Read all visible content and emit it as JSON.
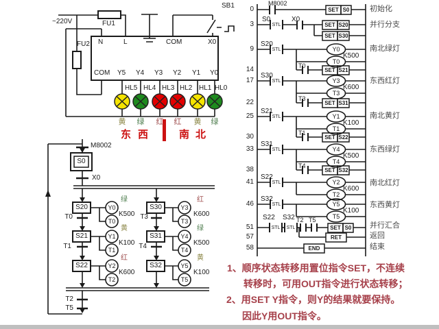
{
  "colors": {
    "lamp_yellow": "#f5e400",
    "lamp_green": "#1e8a1e",
    "lamp_red": "#e40000",
    "accent_red": "#cc1111",
    "note_red": "#a6404a",
    "comment_gray": "#4a4a4a"
  },
  "wiring": {
    "voltage": "~220V",
    "fuse1": "FU1",
    "fuse2": "FU2",
    "button": "SB1",
    "top_terminals": [
      "N",
      "L",
      "COM",
      "X0"
    ],
    "bottom_terminals": [
      "COM",
      "Y5",
      "Y4",
      "Y3",
      "Y2",
      "Y1",
      "Y0"
    ],
    "lamps": [
      {
        "name": "HL5",
        "color": "#f5e400",
        "char": "黄"
      },
      {
        "name": "HL4",
        "color": "#1e8a1e",
        "char": "绿"
      },
      {
        "name": "HL3",
        "color": "#e40000",
        "char": "红"
      },
      {
        "name": "HL2",
        "color": "#e40000",
        "char": "红"
      },
      {
        "name": "HL1",
        "color": "#f5e400",
        "char": "黄"
      },
      {
        "name": "HL0",
        "color": "#1e8a1e",
        "char": "绿"
      }
    ],
    "dir_east": "东",
    "dir_west": "西",
    "dir_south": "南",
    "dir_north": "北"
  },
  "sfc": {
    "init_contact": "M8002",
    "init_step": "S0",
    "start_contact": "X0",
    "left": [
      {
        "step": "S20",
        "out": "Y0",
        "timer": "T0",
        "k": "K500",
        "color": "绿",
        "trans": "T0"
      },
      {
        "step": "S21",
        "out": "Y1",
        "timer": "T1",
        "k": "K100",
        "color": "黄",
        "trans": "T1"
      },
      {
        "step": "S22",
        "out": "Y2",
        "timer": "T2",
        "k": "K600",
        "color": "红"
      }
    ],
    "right": [
      {
        "step": "S30",
        "out": "Y3",
        "timer": "T3",
        "k": "K600",
        "color": "红",
        "trans": "T3"
      },
      {
        "step": "S31",
        "out": "Y4",
        "timer": "T4",
        "k": "K500",
        "color": "绿",
        "trans": "T4"
      },
      {
        "step": "S32",
        "out": "Y5",
        "timer": "T5",
        "k": "K100",
        "color": "黄"
      }
    ],
    "merge_trans": [
      "T2",
      "T5"
    ]
  },
  "ladder": {
    "stl": "STL",
    "set": "SET",
    "ret": "RET",
    "end": "END",
    "rung0": {
      "num": "0",
      "contact": "M8002",
      "set_target": "S0",
      "comment": "初始化"
    },
    "rung3": {
      "num": "3",
      "stl_label": "S0",
      "contact": "X0",
      "set_target_a": "S20",
      "set_target_b": "S30",
      "comment": "并行分支"
    },
    "blocks": [
      {
        "num": "9",
        "stl_label": "S20",
        "out": "Y0",
        "k": "K500",
        "timer": "T0",
        "set_num": "14",
        "set_contact": "T0",
        "set_target": "S21",
        "comment": "南北绿灯"
      },
      {
        "num": "17",
        "stl_label": "S30",
        "out": "Y3",
        "k": "K600",
        "timer": "T3",
        "set_num": "22",
        "set_contact": "T3",
        "set_target": "S31",
        "comment": "东西红灯"
      },
      {
        "num": "25",
        "stl_label": "S21",
        "out": "Y1",
        "k": "K100",
        "timer": "T1",
        "set_num": "30",
        "set_contact": "T1",
        "set_target": "S22",
        "comment": "南北黄灯"
      },
      {
        "num": "33",
        "stl_label": "S31",
        "out": "Y4",
        "k": "K500",
        "timer": "T4",
        "set_num": "38",
        "set_contact": "T4",
        "set_target": "S32",
        "comment": "东西绿灯"
      },
      {
        "num": "41",
        "stl_label": "S22",
        "out": "Y2",
        "k": "K600",
        "timer": "T2",
        "comment": "南北红灯"
      },
      {
        "num": "46",
        "stl_label": "S32",
        "out": "Y5",
        "k": "K100",
        "timer": "T5",
        "comment": "东西黄灯"
      }
    ],
    "rung51": {
      "num": "51",
      "stl_a": "S22",
      "stl_b": "S32",
      "contact_a": "T2",
      "contact_b": "T5",
      "set_target": "S0",
      "comment": "并行汇合"
    },
    "rung57": {
      "num": "57",
      "comment": "返回"
    },
    "rung58": {
      "num": "58",
      "comment": "结束"
    }
  },
  "notes": {
    "line1": "1、顺序状态转移用置位指令SET，不连续",
    "line2": "转移时，可用OUT指令进行状态转移；",
    "line3": "2、用SET Y指令，则Y的结果就要保持。",
    "line4": "因此Y用OUT指令。"
  }
}
